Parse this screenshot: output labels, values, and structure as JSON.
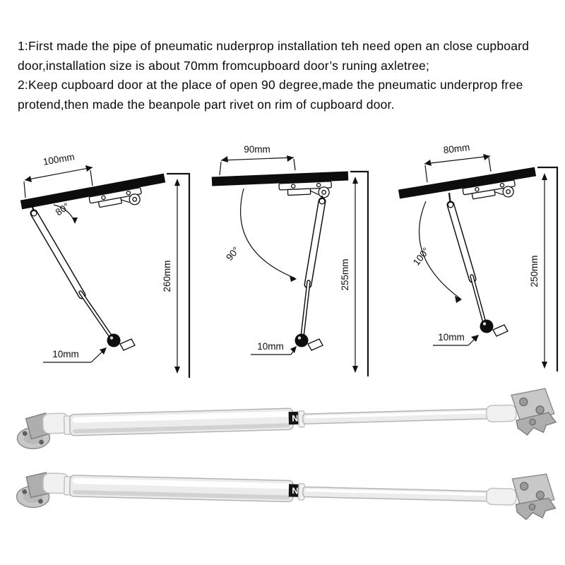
{
  "instructions": {
    "line1": "1:First made the pipe of pneumatic nuderprop installation teh need open an close cupboard door,installation size is about 70mm fromcupboard door’s runing axletree;",
    "line2": "2:Keep cupboard door at the place of open 90 degree,made the pneumatic underprop free protend,then made the beanpole part rivet on rim of cupboard door."
  },
  "diagrams": [
    {
      "width_label": "100mm",
      "angle_label": "80°",
      "height_label": "260mm",
      "offset_label": "10mm"
    },
    {
      "width_label": "90mm",
      "angle_label": "90°",
      "height_label": "255mm",
      "offset_label": "10mm"
    },
    {
      "width_label": "80mm",
      "angle_label": "100°",
      "height_label": "250mm",
      "offset_label": "10mm"
    }
  ],
  "products": [
    {
      "tag_label": "N"
    },
    {
      "tag_label": "N"
    }
  ]
}
